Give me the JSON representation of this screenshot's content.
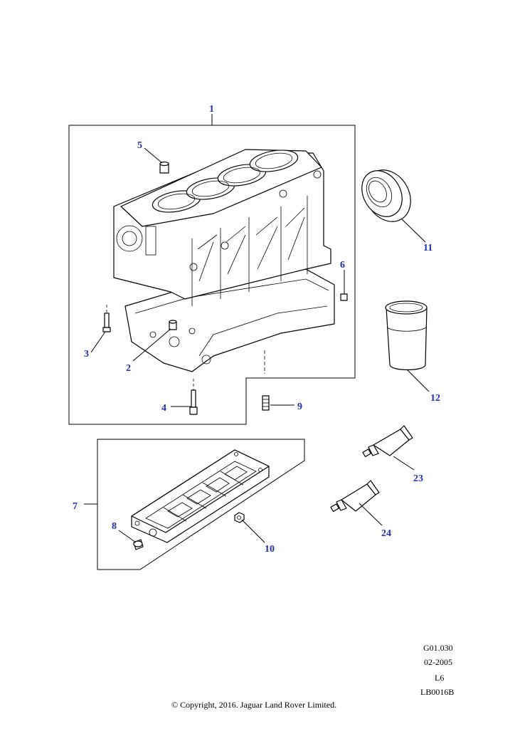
{
  "callouts": {
    "c1": "1",
    "c2": "2",
    "c3": "3",
    "c4": "4",
    "c5": "5",
    "c6": "6",
    "c7": "7",
    "c8": "8",
    "c9": "9",
    "c10": "10",
    "c11": "11",
    "c12": "12",
    "c23": "23",
    "c24": "24"
  },
  "meta": {
    "ref": "G01.030",
    "date": "02-2005",
    "model": "L6",
    "code": "LB0016B"
  },
  "copyright": "© Copyright, 2016. Jaguar Land Rover Limited.",
  "colors": {
    "callout": "#1f2fb8",
    "line": "#000000",
    "background": "#ffffff"
  }
}
